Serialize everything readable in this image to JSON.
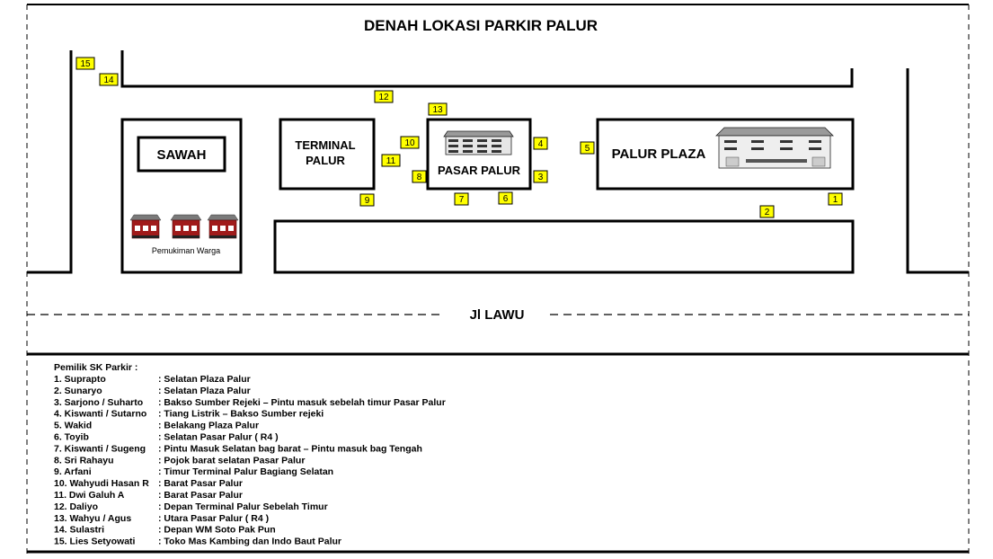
{
  "title": "DENAH LOKASI PARKIR PALUR",
  "buildings": {
    "sawah": "SAWAH",
    "terminal_line1": "TERMINAL",
    "terminal_line2": "PALUR",
    "pasar": "PASAR PALUR",
    "plaza": "PALUR PLAZA",
    "pemukiman": "Pemukiman Warga"
  },
  "road_label": "Jl LAWU",
  "markers": [
    "1",
    "2",
    "3",
    "4",
    "5",
    "6",
    "7",
    "8",
    "9",
    "10",
    "11",
    "12",
    "13",
    "14",
    "15"
  ],
  "marker_color": "#ffff00",
  "legend": {
    "heading": "Pemilik SK Parkir :",
    "entries": [
      {
        "name": "1. Suprapto",
        "desc": ": Selatan Plaza Palur"
      },
      {
        "name": "2. Sunaryo",
        "desc": ": Selatan Plaza Palur"
      },
      {
        "name": "3. Sarjono / Suharto",
        "desc": ": Bakso Sumber Rejeki – Pintu masuk sebelah timur Pasar Palur"
      },
      {
        "name": "4. Kiswanti / Sutarno",
        "desc": ": Tiang Listrik – Bakso Sumber rejeki"
      },
      {
        "name": "5. Wakid",
        "desc": ": Belakang Plaza Palur"
      },
      {
        "name": "6. Toyib",
        "desc": ": Selatan Pasar Palur ( R4 )"
      },
      {
        "name": "7. Kiswanti / Sugeng",
        "desc": ": Pintu Masuk Selatan bag barat – Pintu masuk bag Tengah"
      },
      {
        "name": "8. Sri Rahayu",
        "desc": ": Pojok barat selatan Pasar Palur"
      },
      {
        "name": "9. Arfani",
        "desc": ": Timur Terminal Palur Bagiang Selatan"
      },
      {
        "name": "10. Wahyudi Hasan R",
        "desc": ": Barat Pasar Palur"
      },
      {
        "name": "11. Dwi Galuh A",
        "desc": ": Barat Pasar Palur"
      },
      {
        "name": "12. Daliyo",
        "desc": ": Depan Terminal Palur Sebelah Timur"
      },
      {
        "name": "13. Wahyu / Agus",
        "desc": ": Utara Pasar Palur ( R4 )"
      },
      {
        "name": "14. Sulastri",
        "desc": ": Depan WM Soto Pak Pun"
      },
      {
        "name": "15. Lies Setyowati",
        "desc": ": Toko Mas Kambing dan Indo Baut Palur"
      }
    ]
  }
}
